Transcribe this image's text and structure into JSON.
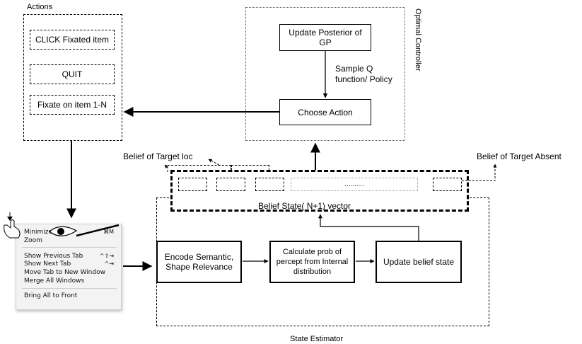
{
  "actions": {
    "title": "Actions",
    "items": [
      "CLICK Fixated item",
      "QUIT",
      "Fixate on item 1-N"
    ]
  },
  "controller": {
    "title": "Optimal Controller",
    "update_posterior": "Update Posterior of GP",
    "sample_q": "Sample Q function/ Policy",
    "choose_action": "Choose Action"
  },
  "belief": {
    "target_loc": "Belief of Target loc",
    "target_absent": "Belief of Target Absent",
    "ellipsis": "..........",
    "vector_label": "Belief State( N+1) vector"
  },
  "estimator": {
    "title": "State Estimator",
    "encode": "Encode Semantic, Shape Relevance",
    "calculate": "Calculate prob of percept from Internal distribution",
    "update": "Update belief state"
  },
  "menu": {
    "items": [
      {
        "label": "Minimize",
        "shortcut": "⌘M"
      },
      {
        "label": "Zoom",
        "shortcut": ""
      },
      {
        "label": "Show Previous Tab",
        "shortcut": "^⇧⇥"
      },
      {
        "label": "Show Next Tab",
        "shortcut": "^⇥"
      },
      {
        "label": "Move Tab to New Window",
        "shortcut": ""
      },
      {
        "label": "Merge All Windows",
        "shortcut": ""
      },
      {
        "label": "Bring All to Front",
        "shortcut": ""
      }
    ]
  }
}
